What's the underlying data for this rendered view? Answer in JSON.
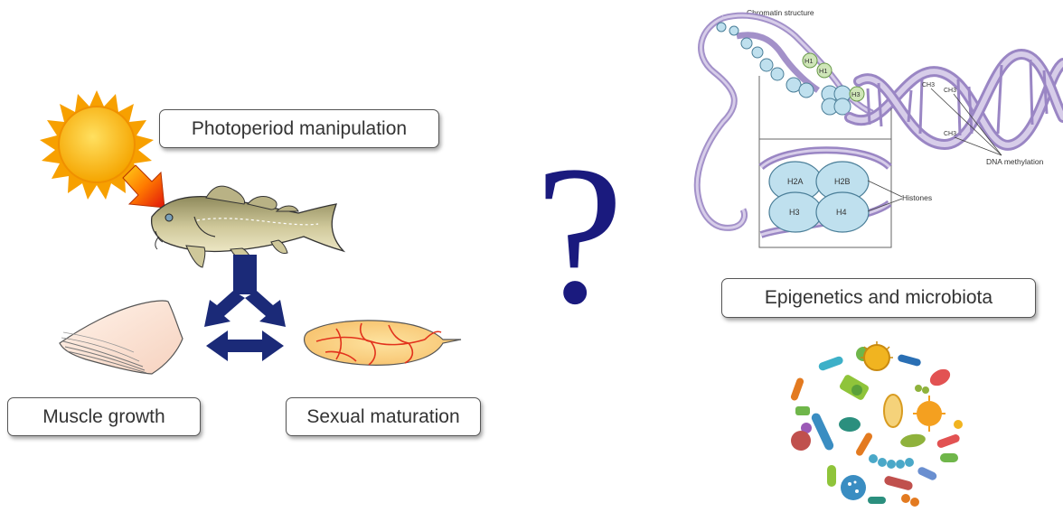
{
  "labels": {
    "photoperiod": "Photoperiod manipulation",
    "muscle": "Muscle growth",
    "sexual": "Sexual maturation",
    "epigenetics": "Epigenetics and microbiota",
    "question": "?"
  },
  "chromatin": {
    "title": "Chromatin structure",
    "h1": "H1",
    "h3_green": "H3",
    "h2a": "H2A",
    "h2b": "H2B",
    "h3": "H3",
    "h4": "H4",
    "histones": "Histones",
    "dna_methylation": "DNA methylation",
    "methyl": "CH3"
  },
  "colors": {
    "arrow_navy": "#1b2a78",
    "dna_purple": "#b8a8d6",
    "histone_blue": "#bfe0ee",
    "question_blue": "#1a1a7e"
  }
}
